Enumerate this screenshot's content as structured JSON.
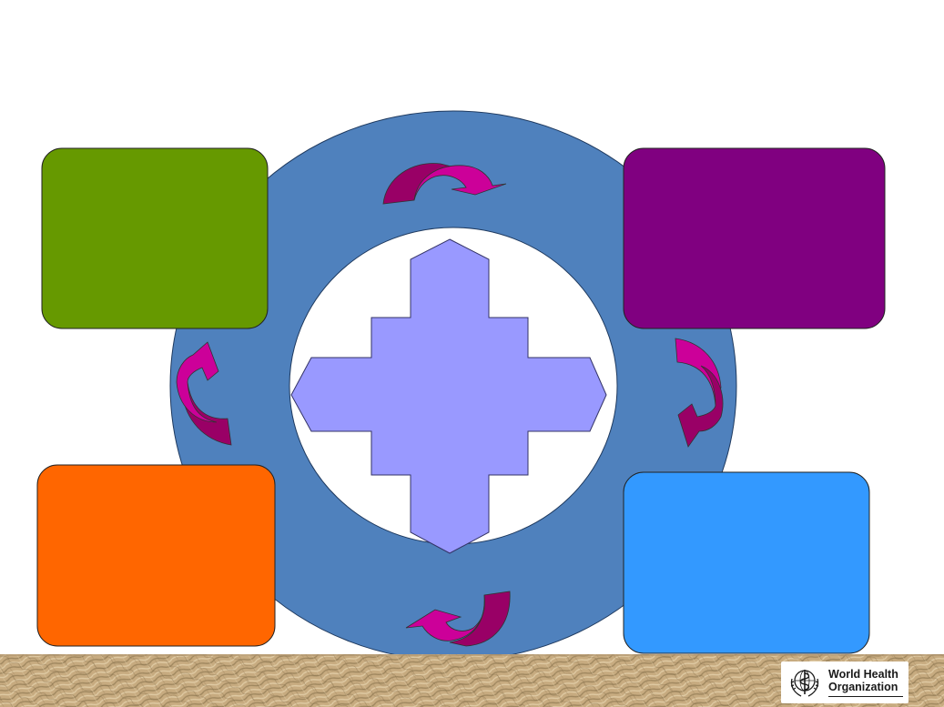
{
  "diagram": {
    "boxes": [
      {
        "id": "top-left",
        "color": "#669900",
        "label": ""
      },
      {
        "id": "top-right",
        "color": "#800080",
        "label": ""
      },
      {
        "id": "bottom-left",
        "color": "#FF6600",
        "label": ""
      },
      {
        "id": "bottom-right",
        "color": "#3399FF",
        "label": ""
      }
    ],
    "ring_color": "#4F81BD",
    "center_shape_color": "#9999FF",
    "arrow_color": "#CC0099",
    "arrow_shadow_color": "#990066"
  },
  "footer": {
    "texture_color": "#C8AD82",
    "logo": {
      "line1": "World Health",
      "line2": "Organization",
      "icon": "who-emblem-icon"
    }
  }
}
